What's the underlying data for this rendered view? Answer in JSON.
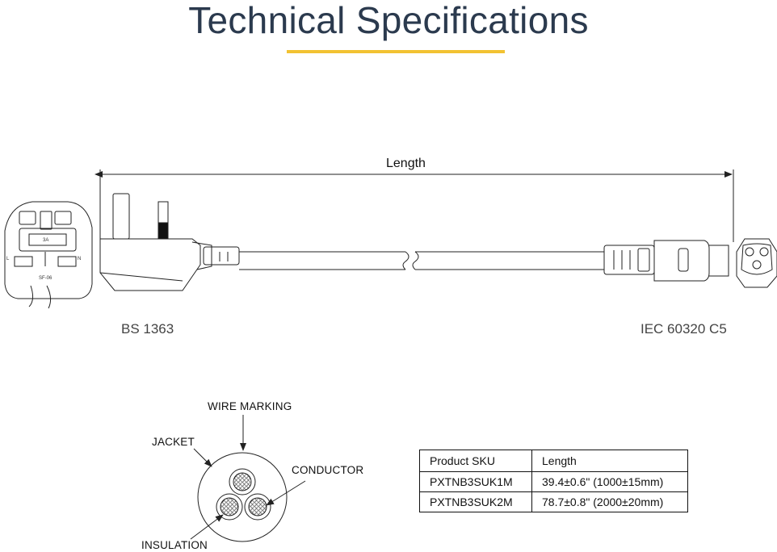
{
  "header": {
    "title": "Technical Specifications"
  },
  "diagram": {
    "length_label": "Length",
    "plug_standard": "BS 1363",
    "connector_standard": "IEC 60320 C5"
  },
  "cross_section": {
    "wire_marking": "WIRE MARKING",
    "jacket": "JACKET",
    "conductor": "CONDUCTOR",
    "insulation": "INSULATION"
  },
  "spec_table": {
    "headers": [
      "Product SKU",
      "Length"
    ],
    "rows": [
      [
        "PXTNB3SUK1M",
        "39.4±0.6\" (1000±15mm)"
      ],
      [
        "PXTNB3SUK2M",
        "78.7±0.8\" (2000±20mm)"
      ]
    ]
  }
}
